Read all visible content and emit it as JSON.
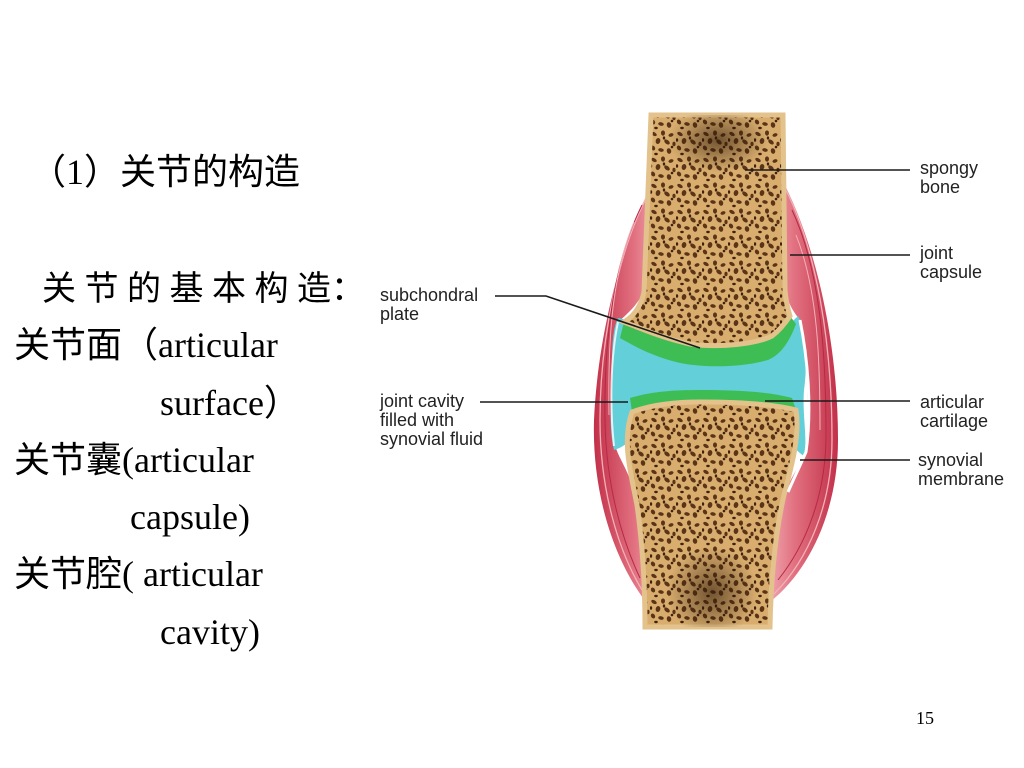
{
  "slide": {
    "heading": "（1）关节的构造",
    "subheading": "关 节 的 基 本 构 造：",
    "items": [
      {
        "term": "关节面（articular",
        "continuation": "surface）"
      },
      {
        "term": "关节囊(articular",
        "continuation": "capsule)"
      },
      {
        "term": "关节腔( articular",
        "continuation": "cavity)"
      }
    ],
    "page_number": "15"
  },
  "diagram": {
    "labels": {
      "spongy_bone": [
        "spongy",
        "bone"
      ],
      "joint_capsule": [
        "joint",
        "capsule"
      ],
      "subchondral_plate": [
        "subchondral",
        "plate"
      ],
      "joint_cavity": [
        "joint cavity",
        "filled with",
        "synovial fluid"
      ],
      "articular_cartilage": [
        "articular",
        "cartilage"
      ],
      "synovial_membrane": [
        "synovial",
        "membrane"
      ]
    },
    "colors": {
      "spongy_bone": "#d8ad6e",
      "bone_pores": "#5a3416",
      "cartilage": "#3fbd55",
      "synovial_fluid": "#62cfd9",
      "joint_capsule": "#c23049"
    }
  }
}
